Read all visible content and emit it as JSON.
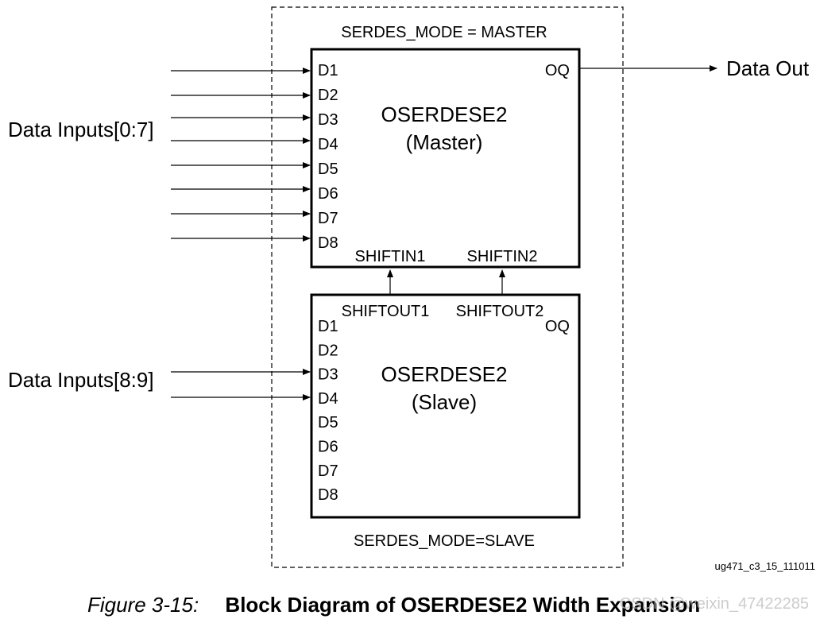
{
  "diagram": {
    "master": {
      "mode_label": "SERDES_MODE = MASTER",
      "name": "OSERDESE2",
      "role": "(Master)",
      "inputs": [
        "D1",
        "D2",
        "D3",
        "D4",
        "D5",
        "D6",
        "D7",
        "D8"
      ],
      "output": "OQ",
      "shift_in": [
        "SHIFTIN1",
        "SHIFTIN2"
      ]
    },
    "slave": {
      "mode_label": "SERDES_MODE=SLAVE",
      "name": "OSERDESE2",
      "role": "(Slave)",
      "inputs": [
        "D1",
        "D2",
        "D3",
        "D4",
        "D5",
        "D6",
        "D7",
        "D8"
      ],
      "output": "OQ",
      "shift_out": [
        "SHIFTOUT1",
        "SHIFTOUT2"
      ]
    },
    "data_inputs_master_label": "Data Inputs[0:7]",
    "data_inputs_slave_label": "Data Inputs[8:9]",
    "data_out_label": "Data Out",
    "figure_id": "ug471_c3_15_111011"
  },
  "caption": {
    "number": "Figure 3-15:",
    "title": "Block Diagram of OSERDESE2 Width Expansion"
  },
  "watermark": "CSDN @weixin_47422285"
}
